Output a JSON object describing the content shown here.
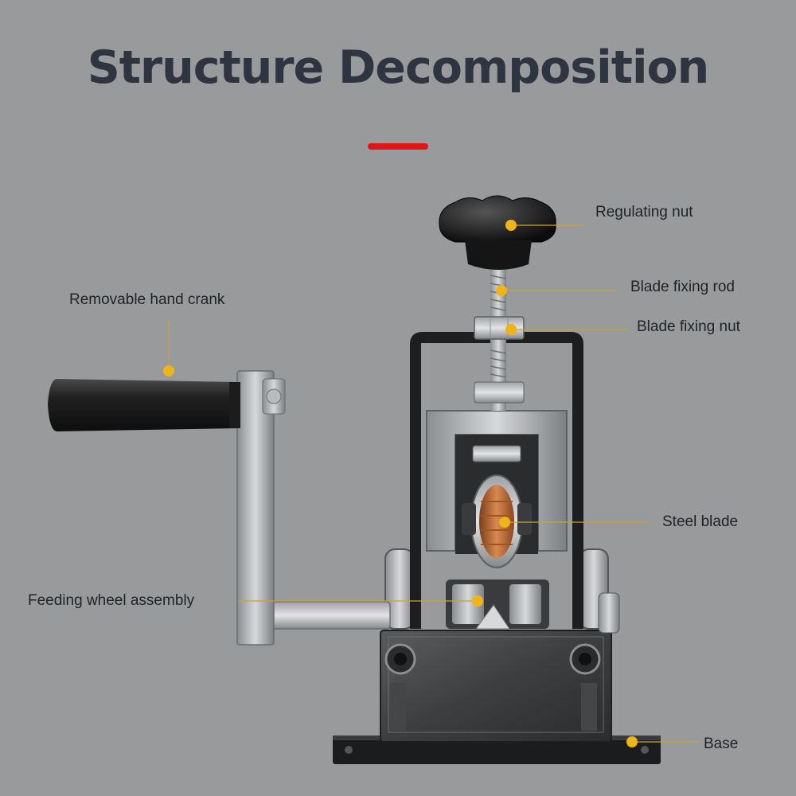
{
  "title": "Structure Decomposition",
  "colors": {
    "background": "#999a9c",
    "title_text": "#2e3440",
    "accent_bar": "#e01515",
    "callout_dot": "#f0b419",
    "callout_line": "#c9a23a"
  },
  "callouts": {
    "regulating_nut": "Regulating nut",
    "blade_fixing_rod": "Blade fixing rod",
    "blade_fixing_nut": "Blade fixing nut",
    "removable_hand_crank": "Removable hand crank",
    "steel_blade": "Steel blade",
    "feeding_wheel_assembly": "Feeding wheel assembly",
    "base": "Base"
  }
}
